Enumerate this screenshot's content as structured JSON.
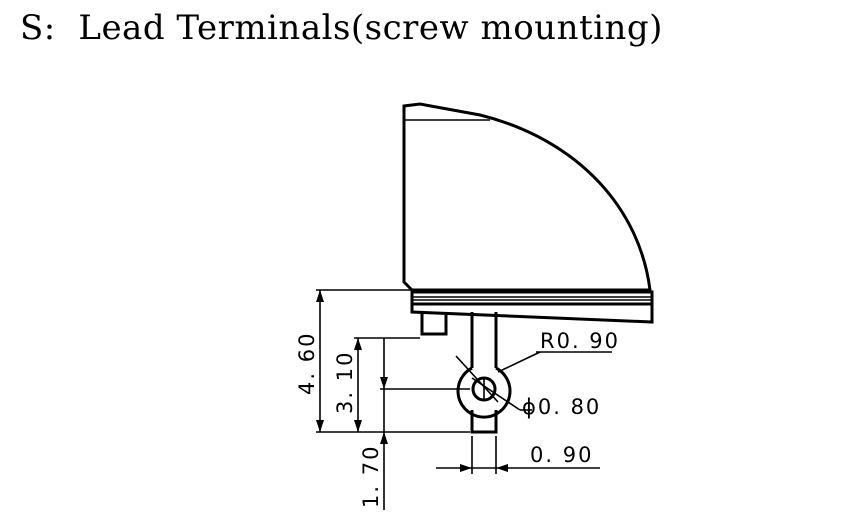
{
  "title": "S:  Lead Terminals(screw mounting)",
  "dimensions": {
    "radius_label": "R0. 90",
    "diameter_label": "ϕ0. 80",
    "width_label": "0. 90",
    "height_total_label": "4. 60",
    "height_hole_label": "3. 10",
    "height_lower_label": "1. 70"
  }
}
